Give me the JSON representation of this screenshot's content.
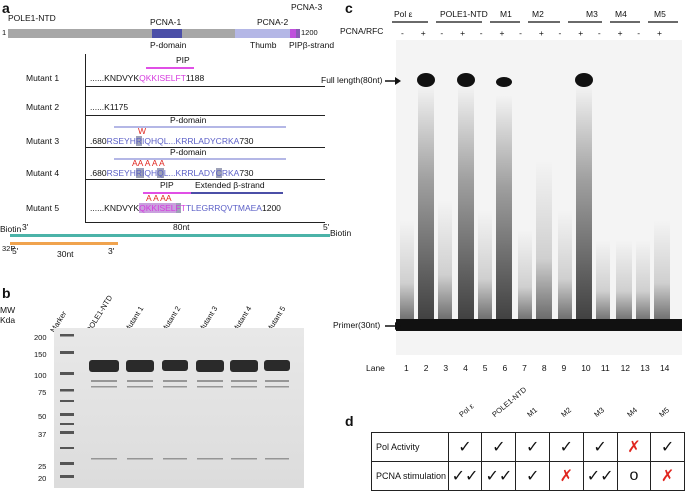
{
  "panels": {
    "a": "a",
    "b": "b",
    "c": "c",
    "d": "d"
  },
  "panel_a": {
    "protein_label": "POLE1-NTD",
    "start": "1",
    "end": "1200",
    "domains": [
      "PCNA-1",
      "PCNA-2",
      "PCNA-3"
    ],
    "domain_sub": [
      "P-domain",
      "Thumb",
      "PIPβ-strand"
    ],
    "mutants": [
      {
        "name": "Mutant 1",
        "header": "PIP",
        "dots": "......",
        "seq_plain": "KNDVYK",
        "seq_colored": "QKKISELFT",
        "suffix": "1188"
      },
      {
        "name": "Mutant 2",
        "dots": "......",
        "seq_plain": "K1175"
      },
      {
        "name": "Mutant 3",
        "header": "P-domain",
        "mut_marks": "W",
        "prefix": "680",
        "seq": "RSEYH",
        "hl": "R",
        "seq2": "IQHQL...KRRLADYCRKA",
        "suffix": "730"
      },
      {
        "name": "Mutant 4",
        "header": "P-domain",
        "mut_marks": "AA    A              A   A",
        "prefix": "680",
        "seq": "RSEYH",
        "hl": "RI",
        "seq2": "QH",
        "hl2": "Q",
        "seq3": "L...KRRLADY",
        "hl3": "C",
        "seq4": "RKA",
        "suffix": "730"
      },
      {
        "name": "Mutant 5",
        "header1": "PIP",
        "header2": "Extended β-strand",
        "mut_marks": "A     A     AA",
        "dots": "......",
        "seq_plain": "KNDVYK",
        "seq_colored": "QKKISEL",
        "hl": "F",
        "seq_colored2": "T",
        "seq_blue": "TLEGRRQVTMAEA",
        "suffix": "1200"
      }
    ],
    "substrate": {
      "biotin_left": "Biotin",
      "three_prime_top": "3'",
      "length_top": "80nt",
      "five_prime_top": "5'",
      "biotin_right": "Biotin",
      "label32p": "32P",
      "five_prime_bottom": "5'",
      "length_bottom": "30nt",
      "three_prime_bottom": "3'"
    },
    "colors": {
      "grey": "#a7a7a7",
      "pcna1": "#4b4fa7",
      "thumb": "#b4b7e6",
      "pip": "#c04fdc",
      "teal": "#4bb3a8",
      "orange": "#f0a34e",
      "pink": "#e04fe6"
    }
  },
  "panel_b": {
    "mw_label": "MW",
    "kda_label": "Kda",
    "markers": [
      "200",
      "150",
      "100",
      "75",
      "50",
      "37",
      "25",
      "20"
    ],
    "lanes": [
      "Marker",
      "POLE1-NTD",
      "Mutant 1",
      "Mutant 2",
      "Mutant 3",
      "Mutant 4",
      "Mutant 5"
    ]
  },
  "panel_c": {
    "groups": [
      "Pol ε",
      "POLE1-NTD",
      "M1",
      "M2",
      "M3",
      "M4",
      "M5"
    ],
    "pcna_label": "PCNA/RFC",
    "signs": [
      "-",
      "+",
      "-",
      "+",
      "-",
      "+",
      "-",
      "+",
      "-",
      "+",
      "-",
      "+",
      "-",
      "+"
    ],
    "full_length_label": "Full length(80nt)",
    "primer_label": "Primer(30nt)",
    "lane_label": "Lane",
    "lane_numbers": [
      "1",
      "2",
      "3",
      "4",
      "5",
      "6",
      "7",
      "8",
      "9",
      "10",
      "11",
      "12",
      "13",
      "14"
    ]
  },
  "panel_d": {
    "columns": [
      "Pol ε",
      "POLE1-NTD",
      "M1",
      "M2",
      "M3",
      "M4",
      "M5"
    ],
    "rows": [
      {
        "label": "Pol Activity",
        "cells": [
          "✓",
          "✓",
          "✓",
          "✓",
          "✓",
          "✗",
          "✓"
        ]
      },
      {
        "label": "PCNA stimulation",
        "cells": [
          "✓✓",
          "✓✓",
          "✓",
          "✗",
          "✓✓",
          "o",
          "✗"
        ]
      }
    ],
    "colors": {
      "check": "#111111",
      "cross": "#e0261f"
    }
  }
}
